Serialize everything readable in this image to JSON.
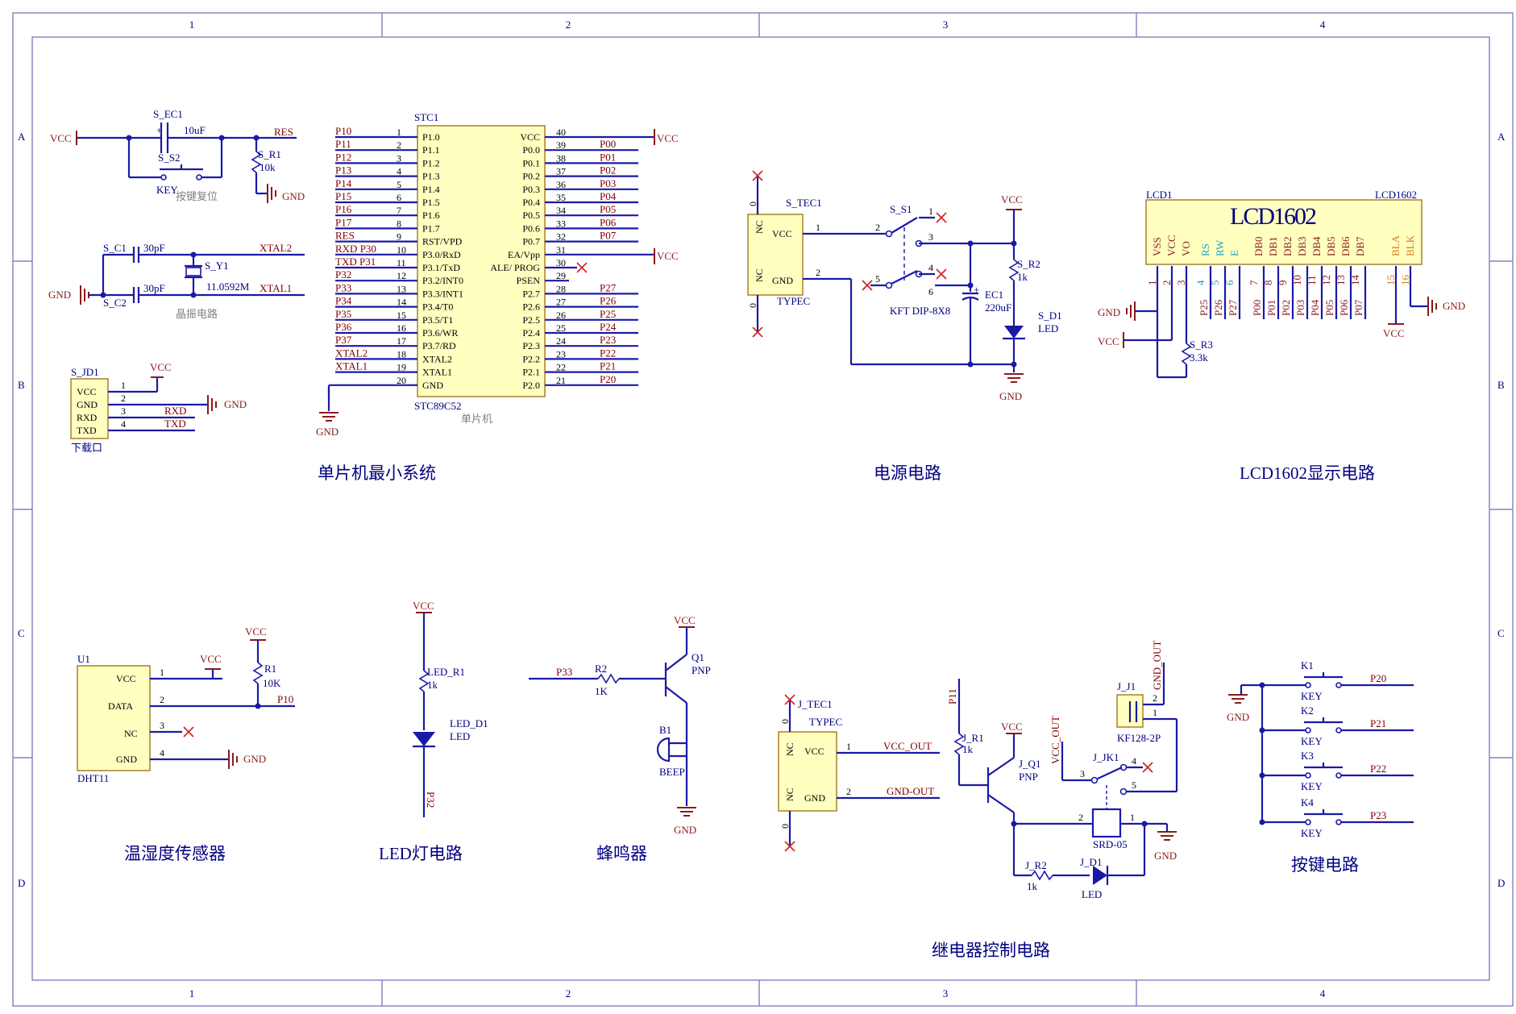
{
  "frame": {
    "cols": [
      "1",
      "2",
      "3",
      "4"
    ],
    "rows": [
      "A",
      "B",
      "C",
      "D"
    ]
  },
  "nets": {
    "vcc": "VCC",
    "gnd": "GND",
    "res": "RES",
    "xtal1": "XTAL1",
    "xtal2": "XTAL2",
    "rxd": "RXD",
    "txd": "TXD",
    "p10": "P10",
    "p32": "P32",
    "p33": "P33",
    "p11": "P11",
    "p20": "P20",
    "p21": "P21",
    "p22": "P22",
    "p23": "P23",
    "vcc_out": "VCC_OUT",
    "gnd_out": "GND-OUT",
    "gnd_out2": "GND_OUT"
  },
  "reset": {
    "cap_ref": "S_EC1",
    "cap_val": "10uF",
    "sw_ref": "S_S2",
    "sw_val": "KEY",
    "res_ref": "S_R1",
    "res_val": "10k",
    "caption": "按键复位"
  },
  "crystal": {
    "c1_ref": "S_C1",
    "c1_val": "30pF",
    "c2_ref": "S_C2",
    "c2_val": "30pF",
    "y_ref": "S_Y1",
    "y_val": "11.0592M",
    "caption": "晶振电路"
  },
  "download": {
    "ref": "S_JD1",
    "pins": [
      "VCC",
      "GND",
      "RXD",
      "TXD"
    ],
    "nums": [
      "1",
      "2",
      "3",
      "4"
    ],
    "caption": "下载口"
  },
  "mcu": {
    "ref": "STC1",
    "part": "STC89C52",
    "caption": "单片机",
    "left_pins": [
      {
        "num": "1",
        "name": "P1.0",
        "net": "P10"
      },
      {
        "num": "2",
        "name": "P1.1",
        "net": "P11"
      },
      {
        "num": "3",
        "name": "P1.2",
        "net": "P12"
      },
      {
        "num": "4",
        "name": "P1.3",
        "net": "P13"
      },
      {
        "num": "5",
        "name": "P1.4",
        "net": "P14"
      },
      {
        "num": "6",
        "name": "P1.5",
        "net": "P15"
      },
      {
        "num": "7",
        "name": "P1.6",
        "net": "P16"
      },
      {
        "num": "8",
        "name": "P1.7",
        "net": "P17"
      },
      {
        "num": "9",
        "name": "RST/VPD",
        "net": "RES"
      },
      {
        "num": "10",
        "name": "P3.0/RxD",
        "net": "RXD P30"
      },
      {
        "num": "11",
        "name": "P3.1/TxD",
        "net": "TXD P31"
      },
      {
        "num": "12",
        "name": "P3.2/INT0",
        "net": "P32"
      },
      {
        "num": "13",
        "name": "P3.3/INT1",
        "net": "P33"
      },
      {
        "num": "14",
        "name": "P3.4/T0",
        "net": "P34"
      },
      {
        "num": "15",
        "name": "P3.5/T1",
        "net": "P35"
      },
      {
        "num": "16",
        "name": "P3.6/WR",
        "net": "P36"
      },
      {
        "num": "17",
        "name": "P3.7/RD",
        "net": "P37"
      },
      {
        "num": "18",
        "name": "XTAL2",
        "net": "XTAL2"
      },
      {
        "num": "19",
        "name": "XTAL1",
        "net": "XTAL1"
      },
      {
        "num": "20",
        "name": "GND",
        "net": ""
      }
    ],
    "right_pins": [
      {
        "num": "40",
        "name": "VCC",
        "net": "VCC"
      },
      {
        "num": "39",
        "name": "P0.0",
        "net": "P00"
      },
      {
        "num": "38",
        "name": "P0.1",
        "net": "P01"
      },
      {
        "num": "37",
        "name": "P0.2",
        "net": "P02"
      },
      {
        "num": "36",
        "name": "P0.3",
        "net": "P03"
      },
      {
        "num": "35",
        "name": "P0.4",
        "net": "P04"
      },
      {
        "num": "34",
        "name": "P0.5",
        "net": "P05"
      },
      {
        "num": "33",
        "name": "P0.6",
        "net": "P06"
      },
      {
        "num": "32",
        "name": "P0.7",
        "net": "P07"
      },
      {
        "num": "31",
        "name": "EA/Vpp",
        "net": "VCC"
      },
      {
        "num": "30",
        "name": "ALE/ PROG",
        "net": ""
      },
      {
        "num": "29",
        "name": "PSEN",
        "net": ""
      },
      {
        "num": "28",
        "name": "P2.7",
        "net": "P27"
      },
      {
        "num": "27",
        "name": "P2.6",
        "net": "P26"
      },
      {
        "num": "26",
        "name": "P2.5",
        "net": "P25"
      },
      {
        "num": "25",
        "name": "P2.4",
        "net": "P24"
      },
      {
        "num": "24",
        "name": "P2.3",
        "net": "P23"
      },
      {
        "num": "23",
        "name": "P2.2",
        "net": "P22"
      },
      {
        "num": "22",
        "name": "P2.1",
        "net": "P21"
      },
      {
        "num": "21",
        "name": "P2.0",
        "net": "P20"
      }
    ]
  },
  "power": {
    "conn_ref": "S_TEC1",
    "conn_type": "TYPEC",
    "conn_pins": [
      "VCC",
      "GND"
    ],
    "nc": "NC",
    "zero": "0",
    "sw_ref": "S_S1",
    "sw_val": "KFT DIP-8X8",
    "sw_nums": [
      "1",
      "2",
      "3",
      "4",
      "5",
      "6"
    ],
    "ec_ref": "EC1",
    "ec_val": "220uF",
    "r_ref": "S_R2",
    "r_val": "1k",
    "led_ref": "S_D1",
    "led_val": "LED"
  },
  "lcd": {
    "ref": "LCD1",
    "part": "LCD1602",
    "logo": "LCD1602",
    "pins": [
      "VSS",
      "VCC",
      "VO",
      "RS",
      "RW",
      "E",
      "DB0",
      "DB1",
      "DB2",
      "DB3",
      "DB4",
      "DB5",
      "DB6",
      "DB7",
      "BLA",
      "BLK"
    ],
    "nums": [
      "1",
      "2",
      "3",
      "4",
      "5",
      "6",
      "7",
      "8",
      "9",
      "10",
      "11",
      "12",
      "13",
      "14",
      "15",
      "16"
    ],
    "nets": [
      "P25",
      "P26",
      "P27",
      "P00",
      "P01",
      "P02",
      "P03",
      "P04",
      "P05",
      "P06",
      "P07"
    ],
    "r_ref": "S_R3",
    "r_val": "3.3k"
  },
  "dht": {
    "ref": "U1",
    "part": "DHT11",
    "pins": [
      "VCC",
      "DATA",
      "NC",
      "GND"
    ],
    "nums": [
      "1",
      "2",
      "3",
      "4"
    ],
    "r_ref": "R1",
    "r_val": "10K"
  },
  "led": {
    "r_ref": "LED_R1",
    "r_val": "1k",
    "d_ref": "LED_D1",
    "d_val": "LED"
  },
  "buzzer": {
    "r_ref": "R2",
    "r_val": "1K",
    "q_ref": "Q1",
    "q_val": "PNP",
    "b_ref": "B1",
    "b_val": "BEEP"
  },
  "relay": {
    "conn_ref": "J_TEC1",
    "conn_type": "TYPEC",
    "r1_ref": "J_R1",
    "r1_val": "1k",
    "q_ref": "J_Q1",
    "q_val": "PNP",
    "k_ref": "J_JK1",
    "k_val": "SRD-05",
    "j_ref": "J_J1",
    "j_val": "KF128-2P",
    "r2_ref": "J_R2",
    "r2_val": "1k",
    "d_ref": "J_D1",
    "d_val": "LED"
  },
  "keys": {
    "refs": [
      "K1",
      "K2",
      "K3",
      "K4"
    ],
    "val": "KEY"
  },
  "captions": {
    "mcu_sys": "单片机最小系统",
    "power": "电源电路",
    "lcd": "LCD1602显示电路",
    "dht": "温湿度传感器",
    "led": "LED灯电路",
    "buzzer": "蜂鸣器",
    "relay": "继电器控制电路",
    "keys": "按键电路"
  }
}
